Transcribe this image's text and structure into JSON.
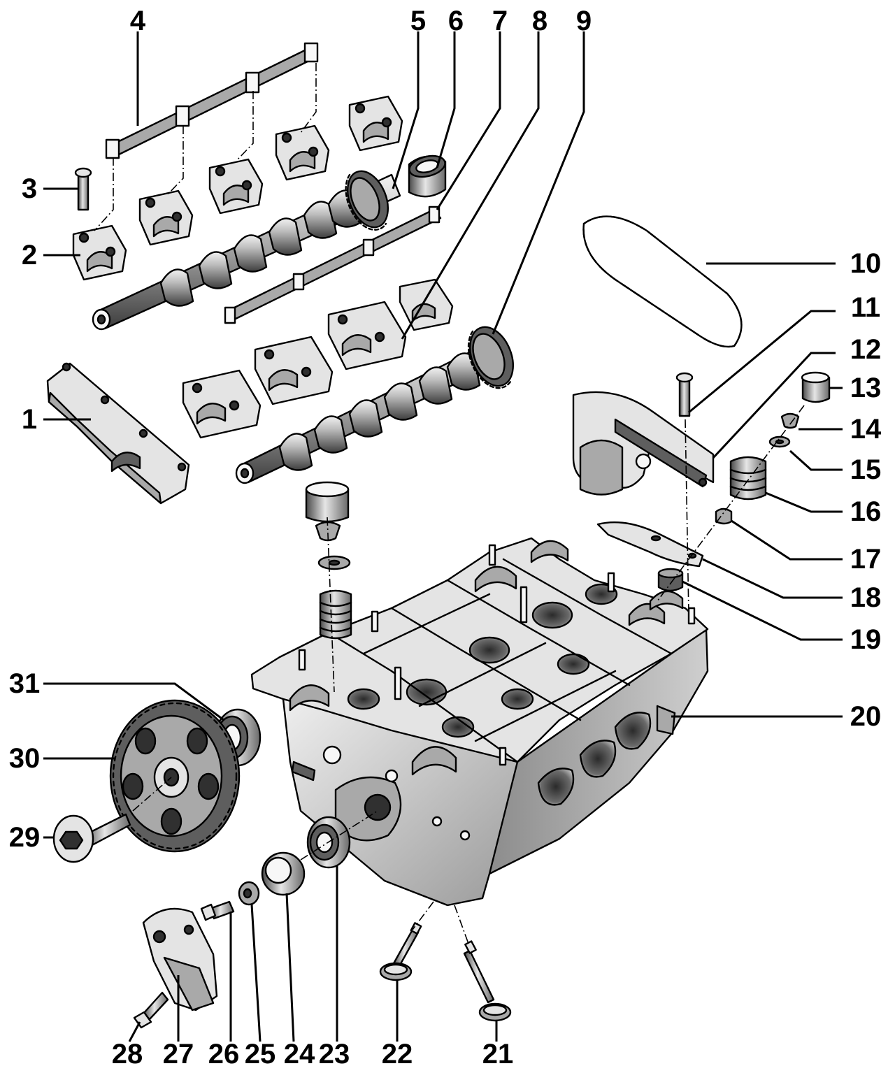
{
  "callouts": [
    {
      "id": 1,
      "label": "1"
    },
    {
      "id": 2,
      "label": "2"
    },
    {
      "id": 3,
      "label": "3"
    },
    {
      "id": 4,
      "label": "4"
    },
    {
      "id": 5,
      "label": "5"
    },
    {
      "id": 6,
      "label": "6"
    },
    {
      "id": 7,
      "label": "7"
    },
    {
      "id": 8,
      "label": "8"
    },
    {
      "id": 9,
      "label": "9"
    },
    {
      "id": 10,
      "label": "10"
    },
    {
      "id": 11,
      "label": "11"
    },
    {
      "id": 12,
      "label": "12"
    },
    {
      "id": 13,
      "label": "13"
    },
    {
      "id": 14,
      "label": "14"
    },
    {
      "id": 15,
      "label": "15"
    },
    {
      "id": 16,
      "label": "16"
    },
    {
      "id": 17,
      "label": "17"
    },
    {
      "id": 18,
      "label": "18"
    },
    {
      "id": 19,
      "label": "19"
    },
    {
      "id": 20,
      "label": "20"
    },
    {
      "id": 21,
      "label": "21"
    },
    {
      "id": 22,
      "label": "22"
    },
    {
      "id": 23,
      "label": "23"
    },
    {
      "id": 24,
      "label": "24"
    },
    {
      "id": 25,
      "label": "25"
    },
    {
      "id": 26,
      "label": "26"
    },
    {
      "id": 27,
      "label": "27"
    },
    {
      "id": 28,
      "label": "28"
    },
    {
      "id": 29,
      "label": "29"
    },
    {
      "id": 30,
      "label": "30"
    },
    {
      "id": 31,
      "label": "31"
    }
  ]
}
